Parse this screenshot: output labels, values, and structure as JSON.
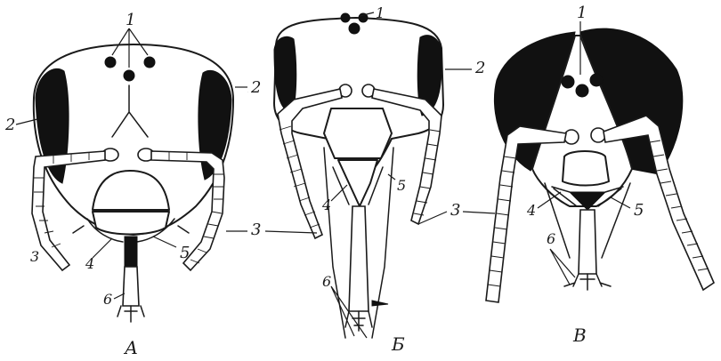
{
  "heads": [
    {
      "id": "A",
      "caption": "А"
    },
    {
      "id": "B",
      "caption": "Б"
    },
    {
      "id": "V",
      "caption": "В"
    }
  ],
  "labels": {
    "ocelli": "1",
    "compound_eye": "2",
    "antenna": "3",
    "mandible": "4",
    "maxilla": "5",
    "labium": "6"
  },
  "colors": {
    "ink": "#1a1a1a",
    "paper": "#ffffff"
  }
}
